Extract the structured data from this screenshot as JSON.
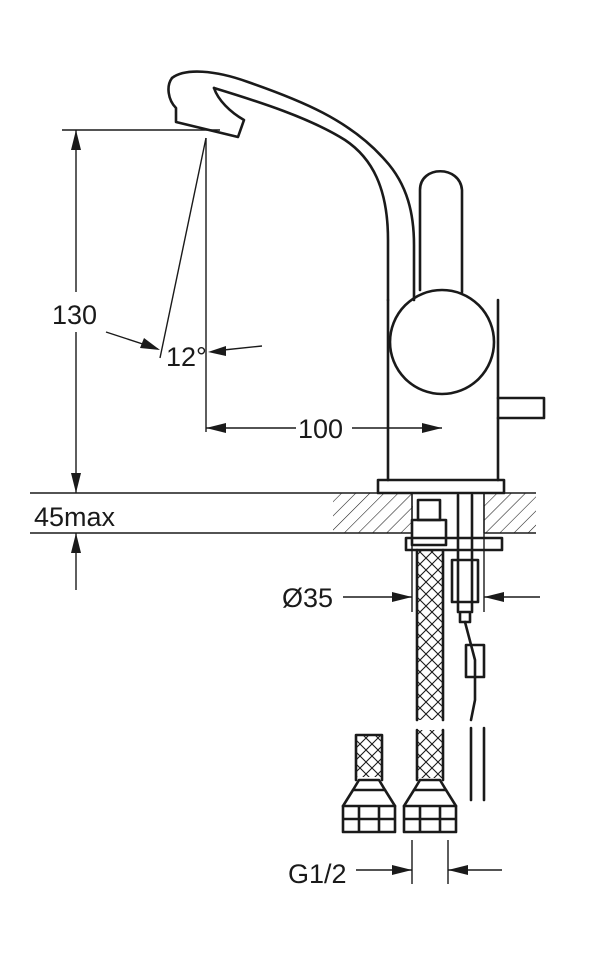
{
  "dimensions": {
    "height": "130",
    "angle": "12°",
    "reach": "100",
    "max_thickness": "45max",
    "hole_diameter": "Ø35",
    "thread": "G1/2"
  }
}
